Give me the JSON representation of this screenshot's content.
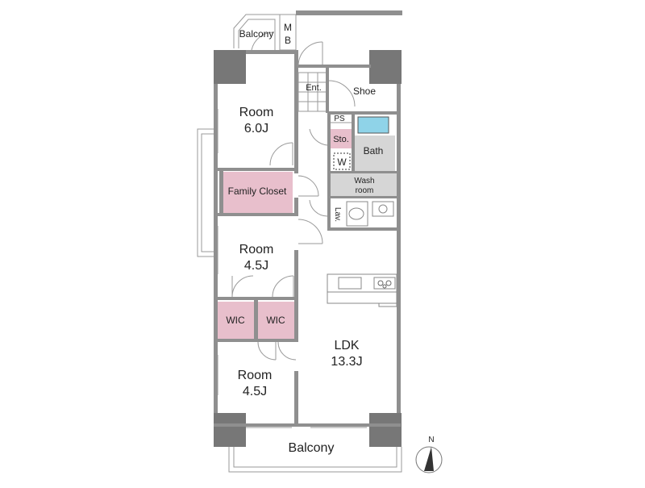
{
  "rooms": {
    "balcony_top": "Balcony",
    "mb_m": "M",
    "mb_b": "B",
    "entrance": "Ent.",
    "shoe": "Shoe",
    "room1_name": "Room",
    "room1_size": "6.0J",
    "ps": "PS",
    "storage": "Sto.",
    "bath": "Bath",
    "washer": "W",
    "wash_room_1": "Wash",
    "wash_room_2": "room",
    "family_closet": "Family Closet",
    "lavatory": "Lav.",
    "room2_name": "Room",
    "room2_size": "4.5J",
    "wic_1": "WIC",
    "wic_2": "WIC",
    "ldk_name": "LDK",
    "ldk_size": "13.3J",
    "room3_name": "Room",
    "room3_size": "4.5J",
    "balcony_bottom": "Balcony"
  },
  "compass": {
    "north": "N"
  },
  "colors": {
    "wall": "#8f8f8f",
    "closet": "#e8bfcc",
    "wet_area": "#d6d6d6",
    "bathtub": "#8fd3e8"
  }
}
